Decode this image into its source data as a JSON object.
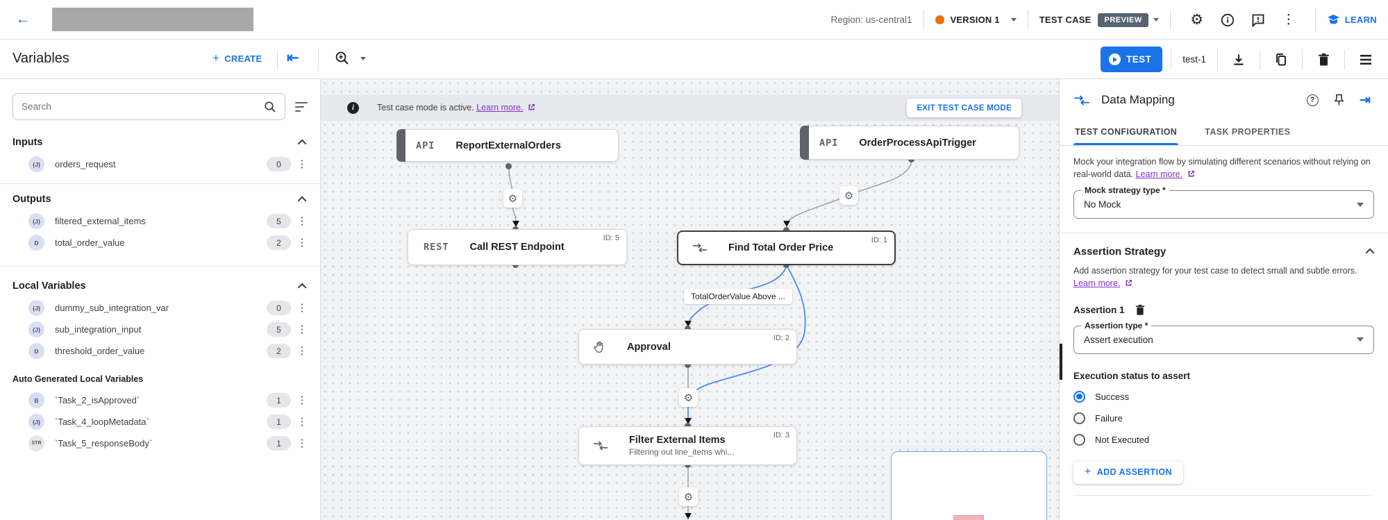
{
  "colors": {
    "accent": "#1a73e8",
    "version_dot": "#e8710a",
    "edge_blue": "#4285f4",
    "link_purple": "#8430ce",
    "preview_badge": "#566470"
  },
  "topbar": {
    "region": "Region: us-central1",
    "version_label": "VERSION 1",
    "test_case_label": "TEST CASE",
    "preview_badge": "PREVIEW",
    "learn_label": "LEARN"
  },
  "toolbar": {
    "title": "Variables",
    "create_plus": "+",
    "create_label": "CREATE",
    "test_label": "TEST",
    "test_name": "test-1"
  },
  "sidebar": {
    "search_placeholder": "Search",
    "inputs_heading": "Inputs",
    "outputs_heading": "Outputs",
    "locals_heading": "Local Variables",
    "auto_heading": "Auto Generated Local Variables",
    "type_glyphs": {
      "json": "{J}",
      "double": "D",
      "bool": "B",
      "str": "STR"
    },
    "items": {
      "orders": {
        "name": "orders_request",
        "count": "0"
      },
      "filtered": {
        "name": "filtered_external_items",
        "count": "5"
      },
      "total": {
        "name": "total_order_value",
        "count": "2"
      },
      "dummy": {
        "name": "dummy_sub_integration_var",
        "count": "0"
      },
      "subinput": {
        "name": "sub_integration_input",
        "count": "5"
      },
      "threshold": {
        "name": "threshold_order_value",
        "count": "2"
      },
      "task2": {
        "name": "`Task_2_isApproved`",
        "count": "1"
      },
      "task4": {
        "name": "`Task_4_loopMetadata`",
        "count": "1"
      },
      "task5": {
        "name": "`Task_5_responseBody`",
        "count": "1"
      }
    }
  },
  "canvas": {
    "banner": {
      "text": "Test case mode is active.",
      "link": "Learn more.",
      "exit_button": "EXIT TEST CASE MODE"
    },
    "edge_label": "TotalOrderValue Above ...",
    "nodes": [
      {
        "badge": "API",
        "title": "ReportExternalOrders",
        "id": ""
      },
      {
        "badge": "API",
        "title": "OrderProcessApiTrigger",
        "id": ""
      },
      {
        "badge": "REST",
        "title": "Call REST Endpoint",
        "id": "ID: 5"
      },
      {
        "title": "Find Total Order Price",
        "id": "ID: 1"
      },
      {
        "title": "Approval",
        "id": "ID: 2"
      },
      {
        "title": "Filter External Items",
        "subtitle": "Filtering out line_items whi...",
        "id": "ID: 3"
      }
    ]
  },
  "panel": {
    "title": "Data Mapping",
    "tabs": {
      "config": "TEST CONFIGURATION",
      "properties": "TASK PROPERTIES"
    },
    "mock_text": "Mock your integration flow by simulating different scenarios without relying on real-world data.",
    "learn_more": "Learn more.",
    "mock_label": "Mock strategy type *",
    "mock_value": "No Mock",
    "assertion_heading": "Assertion Strategy",
    "assertion_text": "Add assertion strategy for your test case to detect small and subtle errors.",
    "assertion_item": "Assertion 1",
    "type_label": "Assertion type *",
    "type_value": "Assert execution",
    "status_label": "Execution status to assert",
    "radios": [
      "Success",
      "Failure",
      "Not Executed"
    ],
    "add_button": "ADD ASSERTION"
  }
}
